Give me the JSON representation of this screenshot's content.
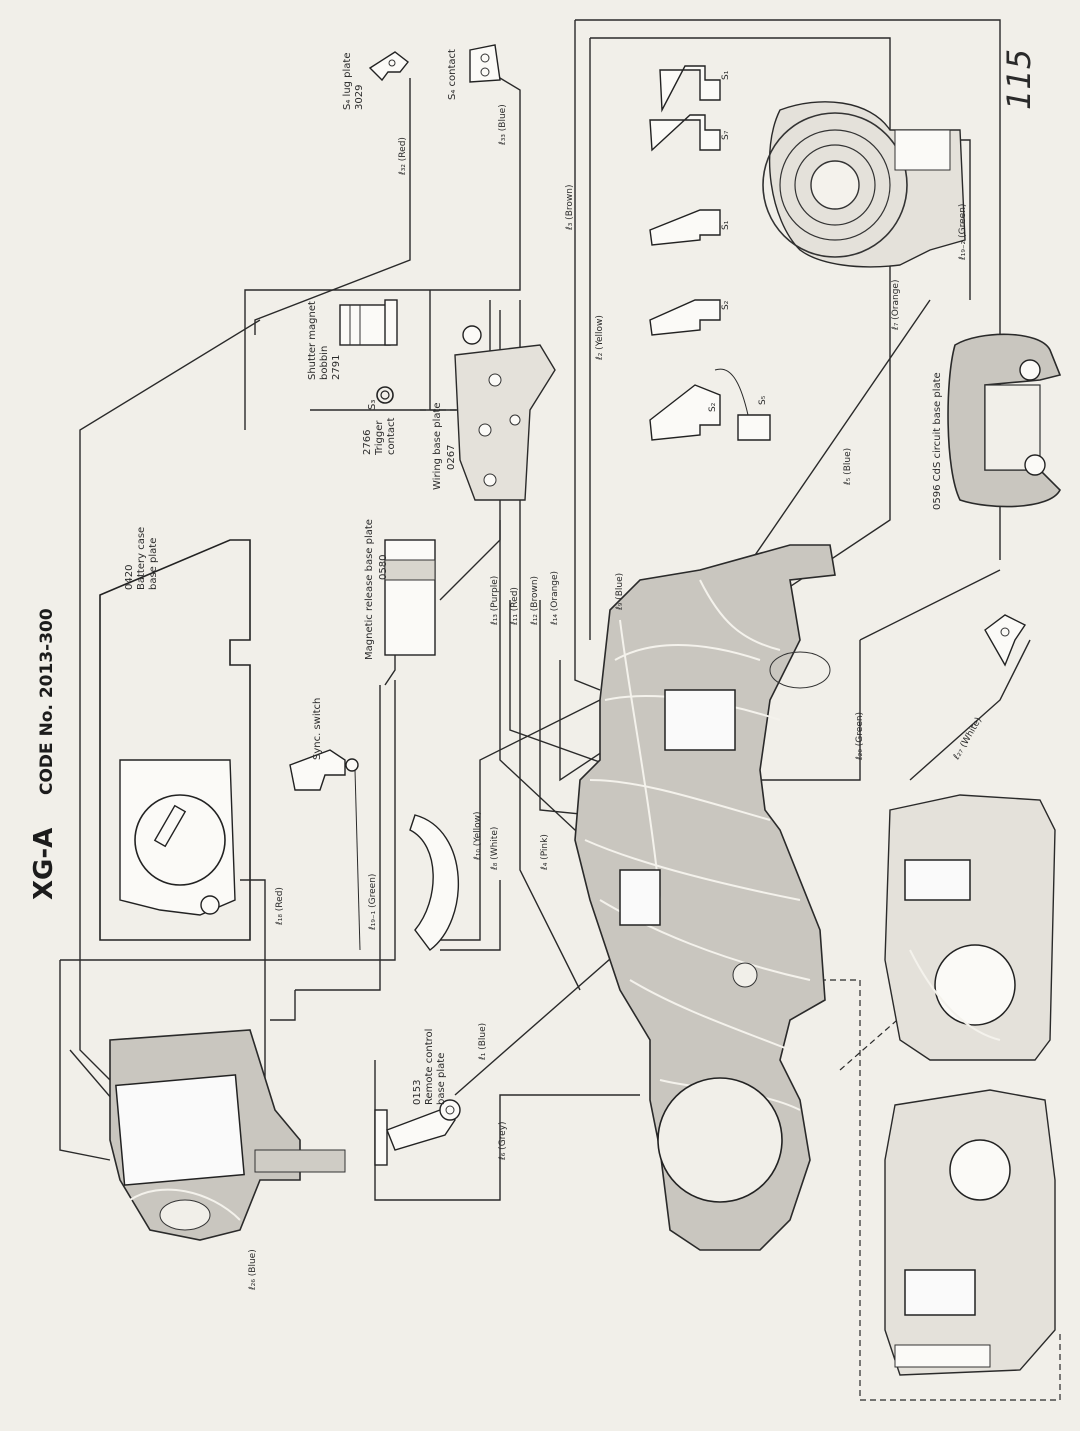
{
  "header": {
    "model": "XG-A",
    "code": "CODE No. 2013-300"
  },
  "page_number": "115",
  "labels": {
    "s4_lug_plate": [
      "S₄ lug plate",
      "3029"
    ],
    "s4_contact": [
      "S₄ contact"
    ],
    "shutter_magnet": [
      "Shutter magnet",
      "bobbin",
      "2791"
    ],
    "trigger_contact": [
      "2766",
      "Trigger",
      "contact"
    ],
    "s3_label": "S₃",
    "wiring_base_plate": [
      "Wiring base plate",
      "0267"
    ],
    "battery_case": [
      "0420",
      "Battery case",
      "base plate"
    ],
    "magnetic_release": [
      "Magnetic release base plate",
      "0580"
    ],
    "sync_switch": "Sync. switch",
    "remote_control": [
      "0153",
      "Remote control",
      "base plate"
    ],
    "cds_board": "0596 CdS circuit base plate",
    "switches": [
      "S₁",
      "S₇",
      "S₁",
      "S₂",
      "S₂",
      "S₅"
    ]
  },
  "wires": [
    "ℓ₃₂ (Red)",
    "ℓ₃₃ (Blue)",
    "ℓ₃ (Brown)",
    "ℓ₂ (Yellow)",
    "ℓ₁₉₋₂ (Green)",
    "ℓ₇ (Orange)",
    "ℓ₅ (Blue)",
    "ℓ₉ (Blue)",
    "ℓ₁₃ (Purple)",
    "ℓ₁₁ (Red)",
    "ℓ₁₂ (Brown)",
    "ℓ₁₄ (Orange)",
    "ℓ₁₀ (Yellow)",
    "ℓ₈ (White)",
    "ℓ₄ (Pink)",
    "ℓ₁₈ (Red)",
    "ℓ₁₉₋₁ (Green)",
    "ℓ₂₀ (Green)",
    "ℓ₂₇ (White)",
    "ℓ₁ (Blue)",
    "ℓ₆ (Grey)",
    "ℓ₂₆ (Blue)"
  ]
}
